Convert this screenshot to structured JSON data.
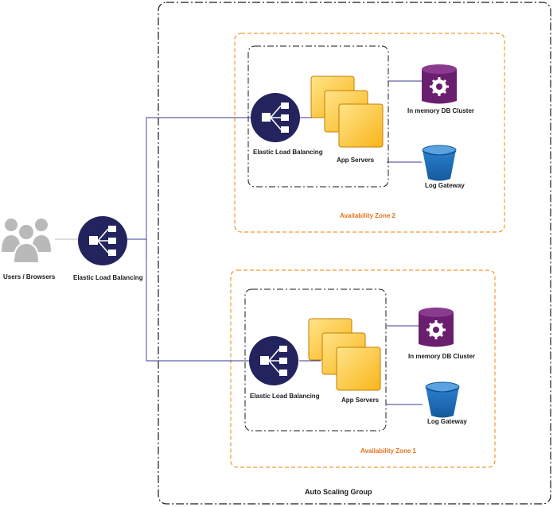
{
  "colors": {
    "elb": "#23235e",
    "app_server_fill": "#f9b51a",
    "app_server_light": "#ffe48a",
    "app_server_stroke": "#c47f00",
    "db": "#6a1f6e",
    "log_gateway": "#1f6fb8",
    "zone_border": "#f39a2e",
    "zone_label": "#e7731c",
    "connector": "#3a3a8c",
    "user_icon": "#b9b9b9"
  },
  "users": {
    "label": "Users / Browsers",
    "icon": "users-group-icon"
  },
  "main_elb": {
    "label": "Elastic Load Balancing",
    "icon": "load-balancer-icon"
  },
  "auto_scaling_group": {
    "label": "Auto Scaling Group"
  },
  "zones": [
    {
      "label": "Availability Zone 2",
      "elb_label": "Elastic Load Balancing",
      "app_servers_label": "App Servers",
      "db_label": "In memory DB Cluster",
      "log_label": "Log Gateway"
    },
    {
      "label": "Availability Zone 1",
      "elb_label": "Elastic Load Balancing",
      "app_servers_label": "App Servers",
      "db_label": "In memory DB Cluster",
      "log_label": "Log Gateway"
    }
  ]
}
